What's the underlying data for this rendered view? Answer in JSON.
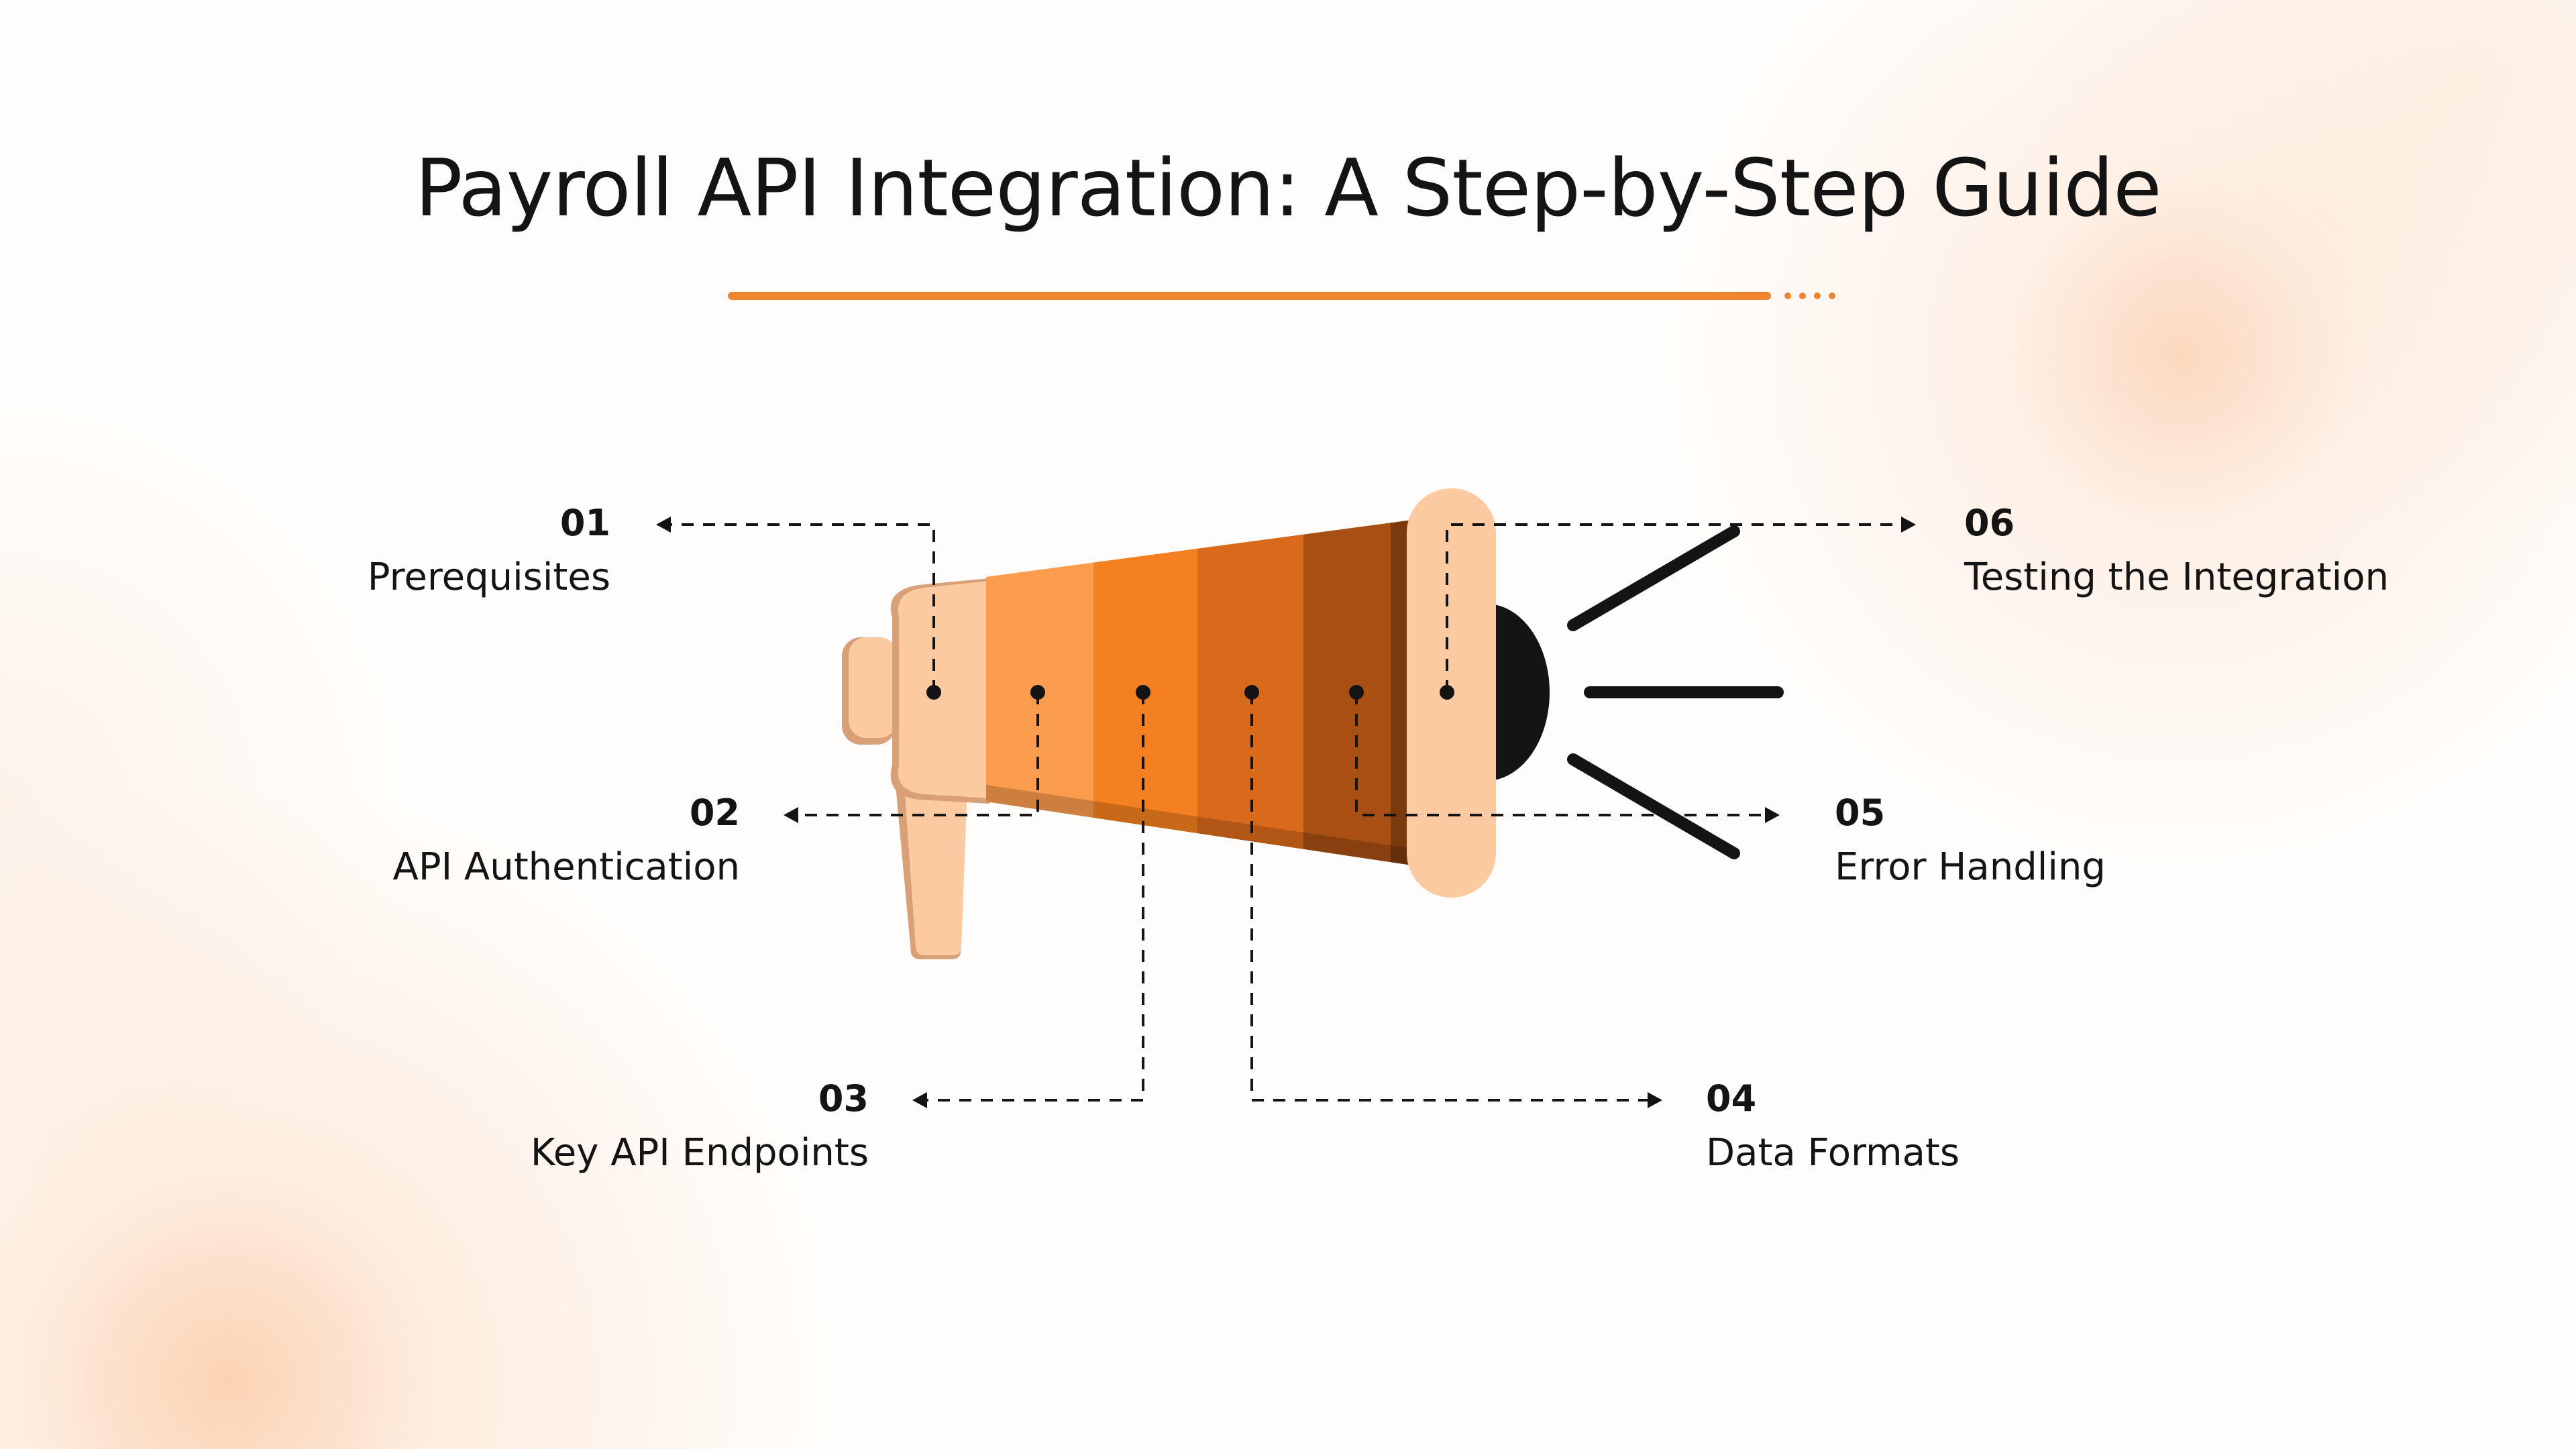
{
  "title": "Payroll API Integration: A Step-by-Step Guide",
  "colors": {
    "accent": "#f08530",
    "handle_light": "#fccaa0",
    "handle_shadow": "#d9a078",
    "band_1": "#fb9c4e",
    "band_2": "#f5801f",
    "band_3": "#d96a1c",
    "band_4": "#a84f14",
    "band_5": "#7a3a0e",
    "line": "#141414"
  },
  "steps": [
    {
      "number": "01",
      "label": "Prerequisites"
    },
    {
      "number": "02",
      "label": "API Authentication"
    },
    {
      "number": "03",
      "label": "Key API Endpoints"
    },
    {
      "number": "04",
      "label": "Data Formats"
    },
    {
      "number": "05",
      "label": "Error Handling"
    },
    {
      "number": "06",
      "label": "Testing the Integration"
    }
  ]
}
